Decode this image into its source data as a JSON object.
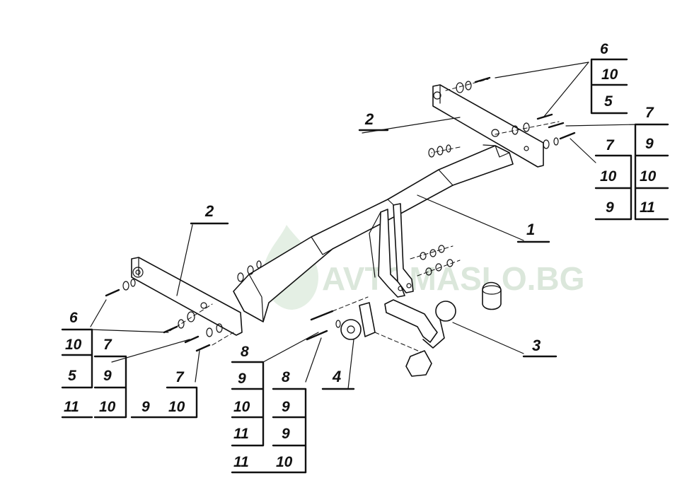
{
  "watermark": "AVTOMASLO.BG",
  "callouts": {
    "part1": "1",
    "part2_top": "2",
    "part2_left": "2",
    "part3": "3",
    "part4": "4"
  },
  "tables": {
    "top_right": [
      "6",
      "10",
      "5"
    ],
    "right_a": [
      "7",
      "10",
      "9"
    ],
    "right_b": [
      "7",
      "9",
      "10",
      "11"
    ],
    "left_a": [
      "6",
      "10",
      "5",
      "11"
    ],
    "left_b": [
      "7",
      "9",
      "10"
    ],
    "left_c": [
      "7",
      "10"
    ],
    "left_c_extra": "9",
    "mid_a": [
      "8",
      "9",
      "10",
      "11",
      "11"
    ],
    "mid_b": [
      "8",
      "9",
      "9",
      "10"
    ]
  }
}
